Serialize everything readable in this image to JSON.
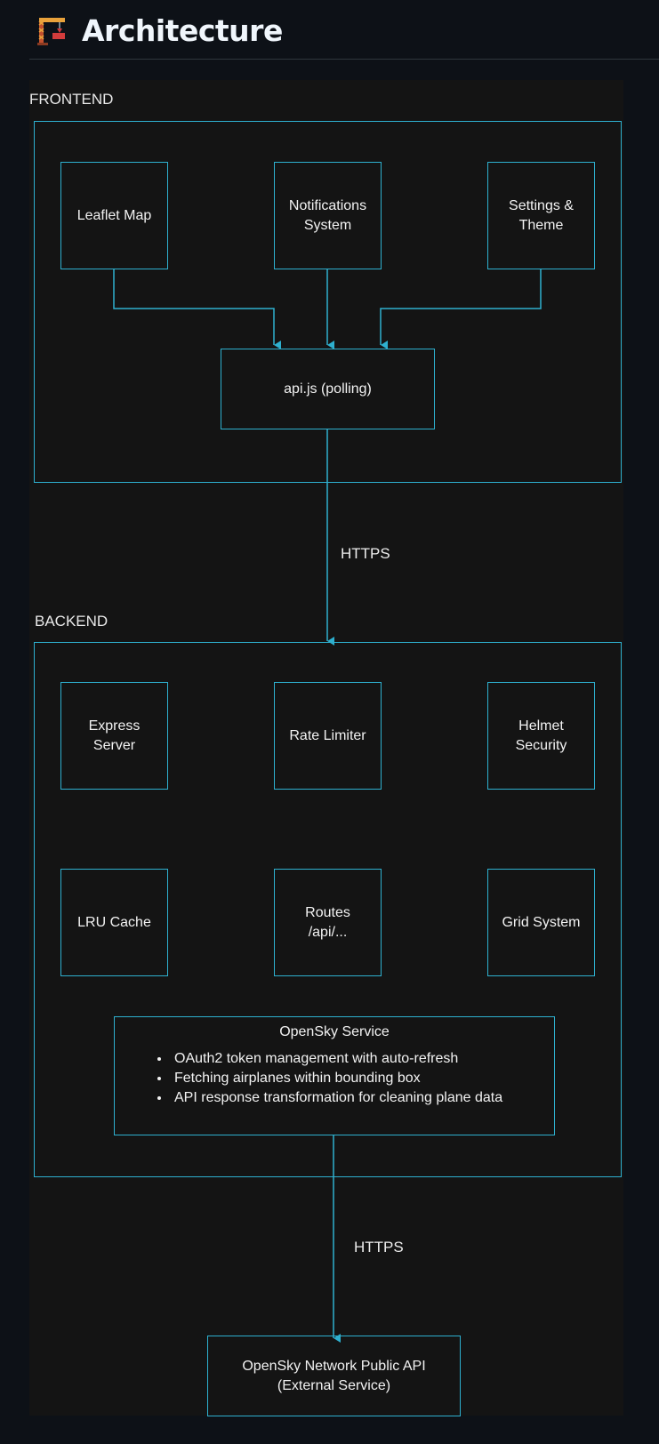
{
  "page": {
    "title": "Architecture",
    "title_icon": "construction-crane-icon"
  },
  "diagram": {
    "frontend": {
      "label": "FRONTEND",
      "components": [
        "Leaflet Map",
        "Notifications\nSystem",
        "Settings &\nTheme"
      ],
      "api": "api.js (polling)"
    },
    "connection_frontend_backend": "HTTPS",
    "backend": {
      "label": "BACKEND",
      "components_row1": [
        "Express\nServer",
        "Rate Limiter",
        "Helmet\nSecurity"
      ],
      "components_row2": [
        "LRU Cache",
        "Routes\n/api/...",
        "Grid System"
      ],
      "service": {
        "title": "OpenSky Service",
        "items": [
          "OAuth2 token management with auto-refresh",
          "Fetching airplanes within bounding box",
          "API response transformation for cleaning plane data"
        ]
      }
    },
    "connection_backend_external": "HTTPS",
    "external": "OpenSky Network Public API\n(External Service)",
    "colors": {
      "accent": "#2eb0cf",
      "canvas": "#141414",
      "page": "#0d1117"
    }
  }
}
